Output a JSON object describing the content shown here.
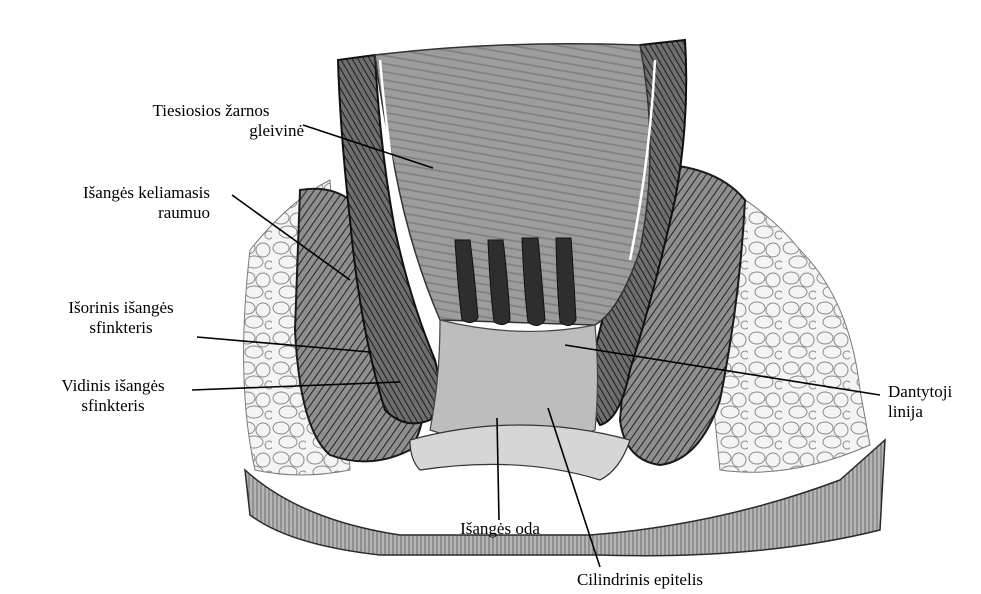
{
  "labels": {
    "rectal_mucosa": [
      "Tiesiosios žarnos",
      "gleivinė"
    ],
    "levator_ani": [
      "Išangės keliamasis",
      "raumuo"
    ],
    "external_sphincter": [
      "Išorinis išangės",
      "sfinkteris"
    ],
    "internal_sphincter": [
      "Vidinis išangės",
      "sfinkteris"
    ],
    "dentate_line": [
      "Dantytoji",
      "linija"
    ],
    "anal_skin": "Išangės oda",
    "columnar_epithelium": "Cilindrinis epitelis"
  },
  "colors": {
    "ink": "#1a1a1a",
    "tissue_light": "#d9d9d9",
    "tissue_mid": "#9a9a9a",
    "tissue_dark": "#3a3a3a",
    "fat": "#f2f2f2"
  }
}
